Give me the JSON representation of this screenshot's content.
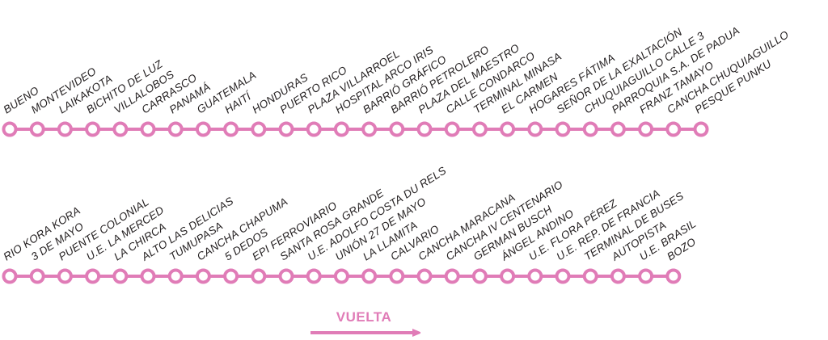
{
  "colors": {
    "line": "#e07cb7",
    "stop_fill": "#ffffff",
    "label_text": "#231f20"
  },
  "route": {
    "rows": [
      {
        "stops": [
          "BUENO",
          "MONTEVIDEO",
          "LAIKAKOTA",
          "BICHITO DE LUZ",
          "VILLALOBOS",
          "CARRASCO",
          "PANAMÁ",
          "GUATEMALA",
          "HAITÍ",
          "HONDURAS",
          "PUERTO RICO",
          "PLAZA VILLARROEL",
          "HOSPITAL ARCO IRIS",
          "BARRIÓ GRÁFICO",
          "BARRIÓ PETROLERO",
          "PLAZA DEL MAESTRO",
          "CALLE CONDARCO",
          "TERMINAL MINASA",
          "EL CARMEN",
          "HOGARES FÁTIMA",
          "SEÑOR DE LA EXALTACIÓN",
          "CHUQUIAGUILLO CALLE 3",
          "PARROQUIA S.A. DE PADUA",
          "FRANZ TAMAYO",
          "CANCHA CHUQUIAGUILLO",
          "PESQUE PUNKU"
        ]
      },
      {
        "stops": [
          "RIO KORA KORA",
          "3 DE MAYO",
          "PUENTE COLONIAL",
          "U.E. LA MERCED",
          "LA CHIRCA",
          "ALTO LAS DELICIAS",
          "TUMUPASA",
          "CANCHA CHAPUMA",
          "5 DEDOS",
          "EPI FERROVIARIO",
          "SANTA ROSA GRANDE",
          "U.E. ADOLFO COSTA DU RELS",
          "UNIÓN 27 DE MAYO",
          "LA LLAMITA",
          "CALVARIO",
          "CANCHA MARACANA",
          "CANCHA IV CENTENARIO",
          "GERMAN BUSCH",
          "ÁNGEL ANDINO",
          "U.E. FLORA PÉREZ",
          "U.E. REP. DE FRANCIA",
          "TERMINAL DE BUSES",
          "AUTOPISTA",
          "U.E. BRASIL",
          "BOZO"
        ]
      }
    ],
    "direction_label": "VUELTA"
  }
}
